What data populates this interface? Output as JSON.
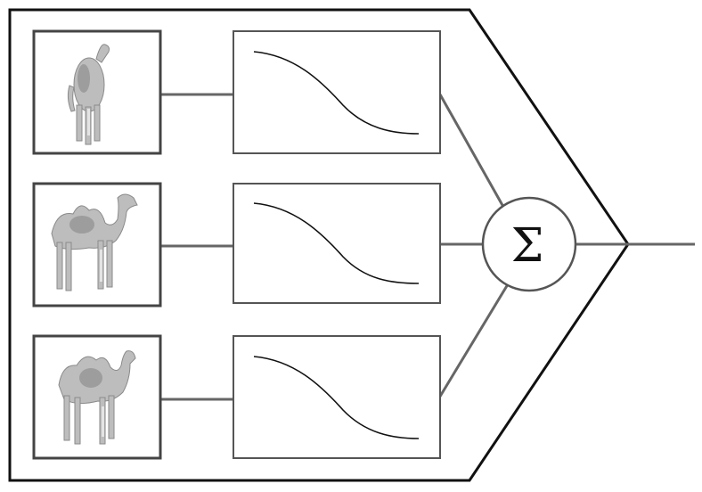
{
  "diagram": {
    "inputs": [
      {
        "image": "camel-front-view-icon",
        "curve": "sigmoid-decreasing"
      },
      {
        "image": "camel-side-view-icon",
        "curve": "sigmoid-decreasing"
      },
      {
        "image": "camel-quarter-view-icon",
        "curve": "sigmoid-decreasing"
      }
    ],
    "sum_symbol": "Σ"
  }
}
